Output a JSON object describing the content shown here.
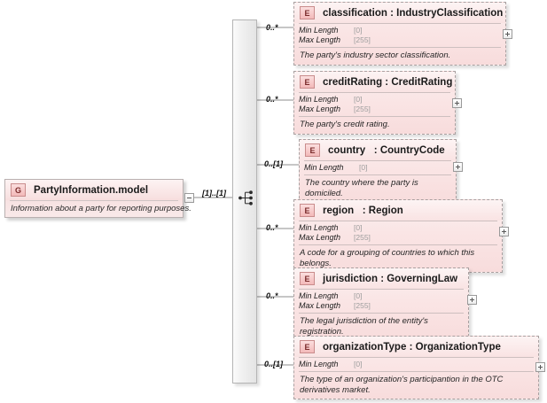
{
  "diagram": {
    "type": "xsd-schema-diagram",
    "model": {
      "badge": "G",
      "title": "PartyInformation.model",
      "documentation": "Information about a party for reporting purposes.",
      "occurrence": "[1]..[1]",
      "toggle": "collapse-minus"
    },
    "compositor": {
      "name": "sequence",
      "icon": "sequence-icon"
    },
    "elements": [
      {
        "badge": "E",
        "name": "classification",
        "separator": ":",
        "type": "IndustryClassification",
        "occurrence": "0..*",
        "facets": [
          {
            "label": "Min Length",
            "value": "[0]"
          },
          {
            "label": "Max Length",
            "value": "[255]"
          }
        ],
        "documentation": "The party's industry sector classification.",
        "toggle": "expand-plus"
      },
      {
        "badge": "E",
        "name": "creditRating",
        "separator": ":",
        "type": "CreditRating",
        "occurrence": "0..*",
        "facets": [
          {
            "label": "Min Length",
            "value": "[0]"
          },
          {
            "label": "Max Length",
            "value": "[255]"
          }
        ],
        "documentation": "The party's credit rating.",
        "toggle": "expand-plus"
      },
      {
        "badge": "E",
        "name": "country",
        "separator": ":",
        "type": "CountryCode",
        "occurrence": "0..[1]",
        "facets": [
          {
            "label": "Min Length",
            "value": "[0]"
          }
        ],
        "documentation": "The country where the party is domiciled.",
        "toggle": "expand-plus"
      },
      {
        "badge": "E",
        "name": "region",
        "separator": ":",
        "type": "Region",
        "occurrence": "0..*",
        "facets": [
          {
            "label": "Min Length",
            "value": "[0]"
          },
          {
            "label": "Max Length",
            "value": "[255]"
          }
        ],
        "documentation": "A code for a grouping of countries to which this belongs.",
        "toggle": "expand-plus"
      },
      {
        "badge": "E",
        "name": "jurisdiction",
        "separator": ":",
        "type": "GoverningLaw",
        "occurrence": "0..*",
        "facets": [
          {
            "label": "Min Length",
            "value": "[0]"
          },
          {
            "label": "Max Length",
            "value": "[255]"
          }
        ],
        "documentation": "The legal jurisdiction of the entity's registration.",
        "toggle": "expand-plus"
      },
      {
        "badge": "E",
        "name": "organizationType",
        "separator": ":",
        "type": "OrganizationType",
        "occurrence": "0..[1]",
        "facets": [
          {
            "label": "Min Length",
            "value": "[0]"
          }
        ],
        "documentation": "The type of an organization's participantion in the OTC derivatives market.",
        "toggle": "expand-plus"
      }
    ],
    "colors": {
      "element_fill": "#f9e4e4",
      "element_border": "#a9a0a0",
      "badge_fill": "#f3b9b9",
      "compositor_fill": "#eeeeee",
      "facet_value": "#9d9d9d"
    }
  }
}
